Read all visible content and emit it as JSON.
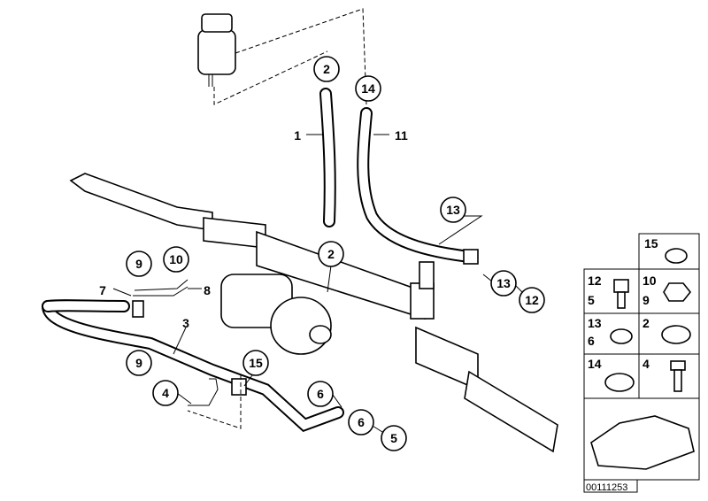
{
  "diagram_id": "00111253",
  "callouts": [
    "1",
    "2",
    "2",
    "3",
    "4",
    "5",
    "5",
    "6",
    "6",
    "7",
    "8",
    "9",
    "9",
    "10",
    "11",
    "12",
    "13",
    "13",
    "14",
    "15"
  ],
  "parts_table": {
    "cells": [
      {
        "labels": [
          "15"
        ],
        "icon": "seal-ring-icon"
      },
      {
        "labels": [
          "12",
          "5"
        ],
        "icon": "banjo-bolt-icon"
      },
      {
        "labels": [
          "10",
          "9"
        ],
        "icon": "nut-icon"
      },
      {
        "labels": [
          "13",
          "6"
        ],
        "icon": "seal-ring-icon"
      },
      {
        "labels": [
          "2"
        ],
        "icon": "hose-clamp-icon"
      },
      {
        "labels": [
          "14"
        ],
        "icon": "hose-clamp-icon"
      },
      {
        "labels": [
          "4"
        ],
        "icon": "bolt-icon"
      },
      {
        "labels": [],
        "icon": "car-silhouette-icon"
      }
    ]
  }
}
